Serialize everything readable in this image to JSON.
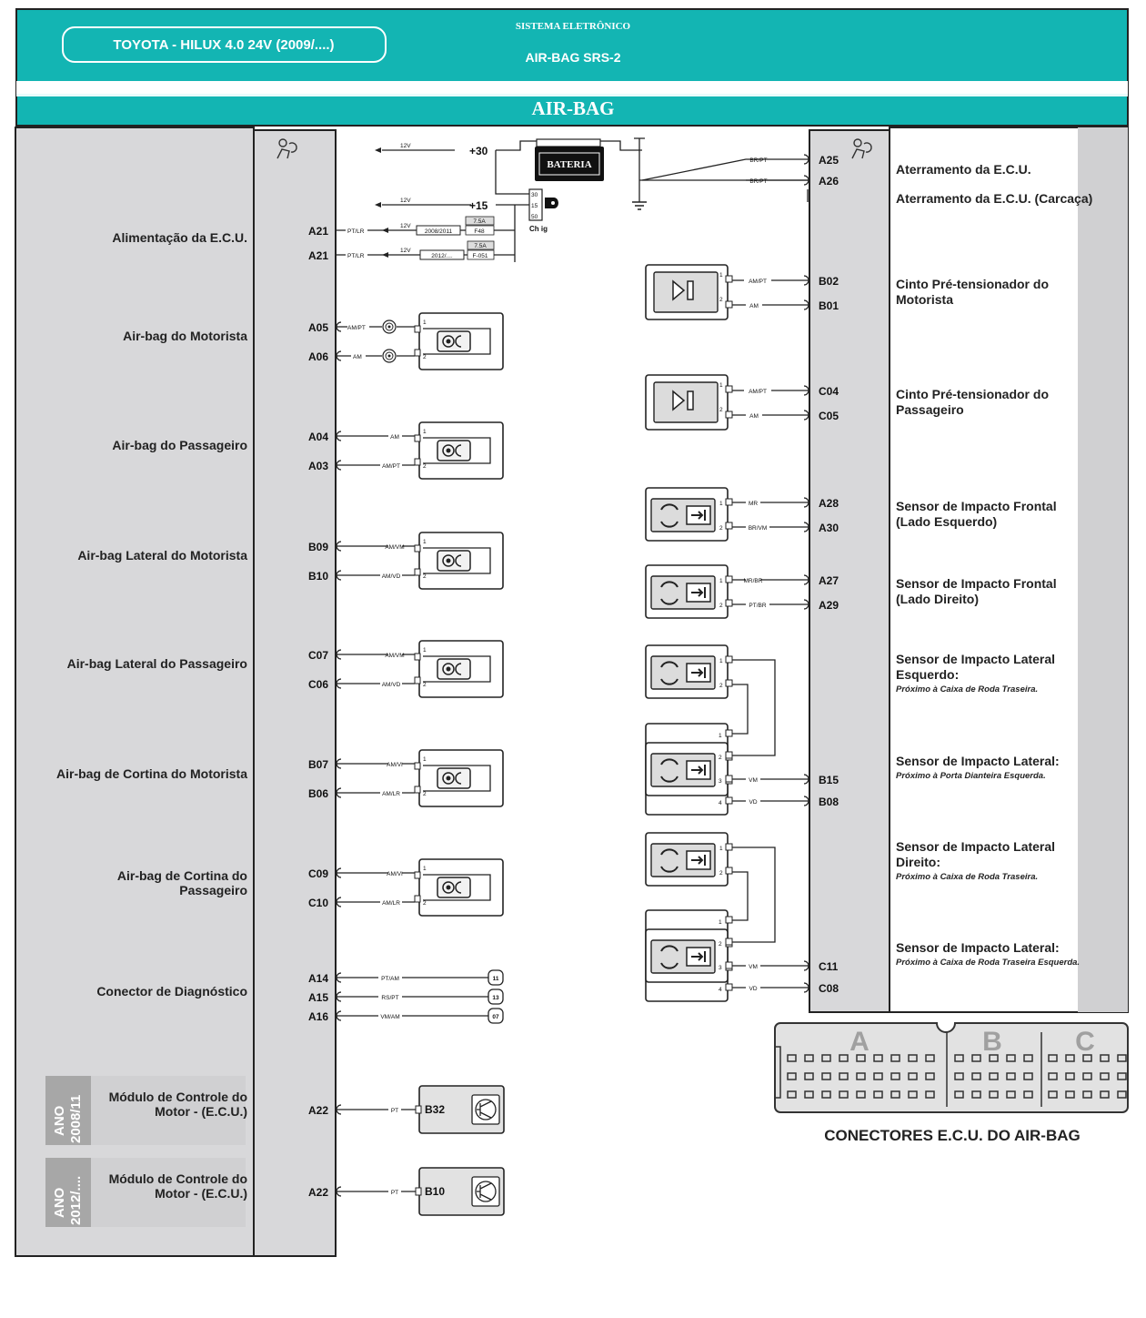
{
  "header": {
    "vehicle": "TOYOTA - HILUX 4.0 24V (2009/....)",
    "system": "SISTEMA ELETRÔNICO",
    "subsystem": "AIR-BAG SRS-2",
    "title": "AIR-BAG"
  },
  "colors": {
    "teal": "#13b5b3",
    "panel_gray": "#d8d8da",
    "connector_gray": "#e2e2e2",
    "badge_gray": "#a7a7a7"
  },
  "power": {
    "v30": "12V",
    "t30": "+30",
    "v15": "12V",
    "t15": "+15",
    "battery": "BATERIA",
    "ignition": "Ch ig",
    "ign_pins": [
      "30",
      "15",
      "50"
    ],
    "feed1": {
      "volt": "12V",
      "wire": "PT/LR",
      "pin": "A21",
      "year": "2008/2011",
      "amp": "7.5A",
      "fuse": "F48"
    },
    "feed2": {
      "volt": "12V",
      "wire": "PT/LR",
      "pin": "A21",
      "year": "2012/....",
      "amp": "7.5A",
      "fuse": "F-051"
    }
  },
  "left_labels": [
    {
      "text": [
        "Alimentação da E.C.U."
      ]
    },
    {
      "text": [
        "Air-bag do Motorista"
      ]
    },
    {
      "text": [
        "Air-bag do Passageiro"
      ]
    },
    {
      "text": [
        "Air-bag Lateral do Motorista"
      ]
    },
    {
      "text": [
        "Air-bag Lateral do Passageiro"
      ]
    },
    {
      "text": [
        "Air-bag de Cortina do Motorista"
      ]
    },
    {
      "text": [
        "Air-bag de Cortina do",
        "Passageiro"
      ]
    },
    {
      "text": [
        "Conector de Diagnóstico"
      ]
    },
    {
      "text": [
        "Módulo de Controle do",
        "Motor - (E.C.U.)"
      ],
      "badge": [
        "ANO",
        "2008/11"
      ]
    },
    {
      "text": [
        "Módulo de Controle do",
        "Motor - (E.C.U.)"
      ],
      "badge": [
        "ANO",
        "2012/...."
      ]
    }
  ],
  "airbags": [
    {
      "pins": [
        "A05",
        "A06"
      ],
      "wires": [
        "AM/PT",
        "AM"
      ],
      "spiral": true
    },
    {
      "pins": [
        "A04",
        "A03"
      ],
      "wires": [
        "AM",
        "AM/PT"
      ]
    },
    {
      "pins": [
        "B09",
        "B10"
      ],
      "wires": [
        "AM/VM",
        "AM/VD"
      ]
    },
    {
      "pins": [
        "C07",
        "C06"
      ],
      "wires": [
        "AM/VM",
        "AM/VD"
      ]
    },
    {
      "pins": [
        "B07",
        "B06"
      ],
      "wires": [
        "AM/VI",
        "AM/LR"
      ]
    },
    {
      "pins": [
        "C09",
        "C10"
      ],
      "wires": [
        "AM/VI",
        "AM/LR"
      ]
    }
  ],
  "diag_connector": {
    "pins": [
      "A14",
      "A15",
      "A16"
    ],
    "wires": [
      "PT/AM",
      "RS/PT",
      "VM/AM"
    ],
    "terms": [
      "11",
      "13",
      "07"
    ]
  },
  "ecm": [
    {
      "pin": "A22",
      "wire": "PT",
      "terminal": "B32"
    },
    {
      "pin": "A22",
      "wire": "PT",
      "terminal": "B10"
    }
  ],
  "pin_numbers": {
    "one": "1",
    "two": "2",
    "three": "3",
    "four": "4"
  },
  "ground": {
    "pins": [
      "A25",
      "A26"
    ],
    "wires": [
      "BR/PT",
      "BR/PT"
    ]
  },
  "right_labels": [
    {
      "text": [
        "Aterramento da E.C.U."
      ]
    },
    {
      "text": [
        "Aterramento da E.C.U. (Carcaça)"
      ]
    },
    {
      "text": [
        "Cinto Pré-tensionador do",
        "Motorista"
      ]
    },
    {
      "text": [
        "Cinto Pré-tensionador do",
        "Passageiro"
      ]
    },
    {
      "text": [
        "Sensor de Impacto Frontal",
        "(Lado Esquerdo)"
      ]
    },
    {
      "text": [
        "Sensor de Impacto Frontal",
        "(Lado Direito)"
      ]
    },
    {
      "text": [
        "Sensor de Impacto Lateral",
        "Esquerdo:"
      ],
      "sub": "Próximo à Caixa de Roda Traseira."
    },
    {
      "text": [
        "Sensor de Impacto Lateral:"
      ],
      "sub": "Próximo à Porta Dianteira Esquerda."
    },
    {
      "text": [
        "Sensor de Impacto Lateral",
        "Direito:"
      ],
      "sub": "Próximo à Caixa de Roda Traseira."
    },
    {
      "text": [
        "Sensor de Impacto Lateral:"
      ],
      "sub": "Próximo à Caixa de Roda Traseira Esquerda."
    }
  ],
  "pretensioners": [
    {
      "pins": [
        "B02",
        "B01"
      ],
      "wires": [
        "AM/PT",
        "AM"
      ]
    },
    {
      "pins": [
        "C04",
        "C05"
      ],
      "wires": [
        "AM/PT",
        "AM"
      ]
    }
  ],
  "front_sensors": [
    {
      "pins": [
        "A28",
        "A30"
      ],
      "wires": [
        "MR",
        "BR/VM"
      ]
    },
    {
      "pins": [
        "A27",
        "A29"
      ],
      "wires": [
        "MR/BR",
        "PT/BR"
      ]
    }
  ],
  "side_sensors": [
    {
      "pins": [
        "B15",
        "B08"
      ],
      "wires": [
        "VM",
        "VD"
      ]
    },
    {
      "pins": [
        "C11",
        "C08"
      ],
      "wires": [
        "VM",
        "VD"
      ]
    }
  ],
  "ecu_connector": {
    "letters": [
      "A",
      "B",
      "C"
    ],
    "caption": "CONECTORES E.C.U. DO AIR-BAG"
  }
}
